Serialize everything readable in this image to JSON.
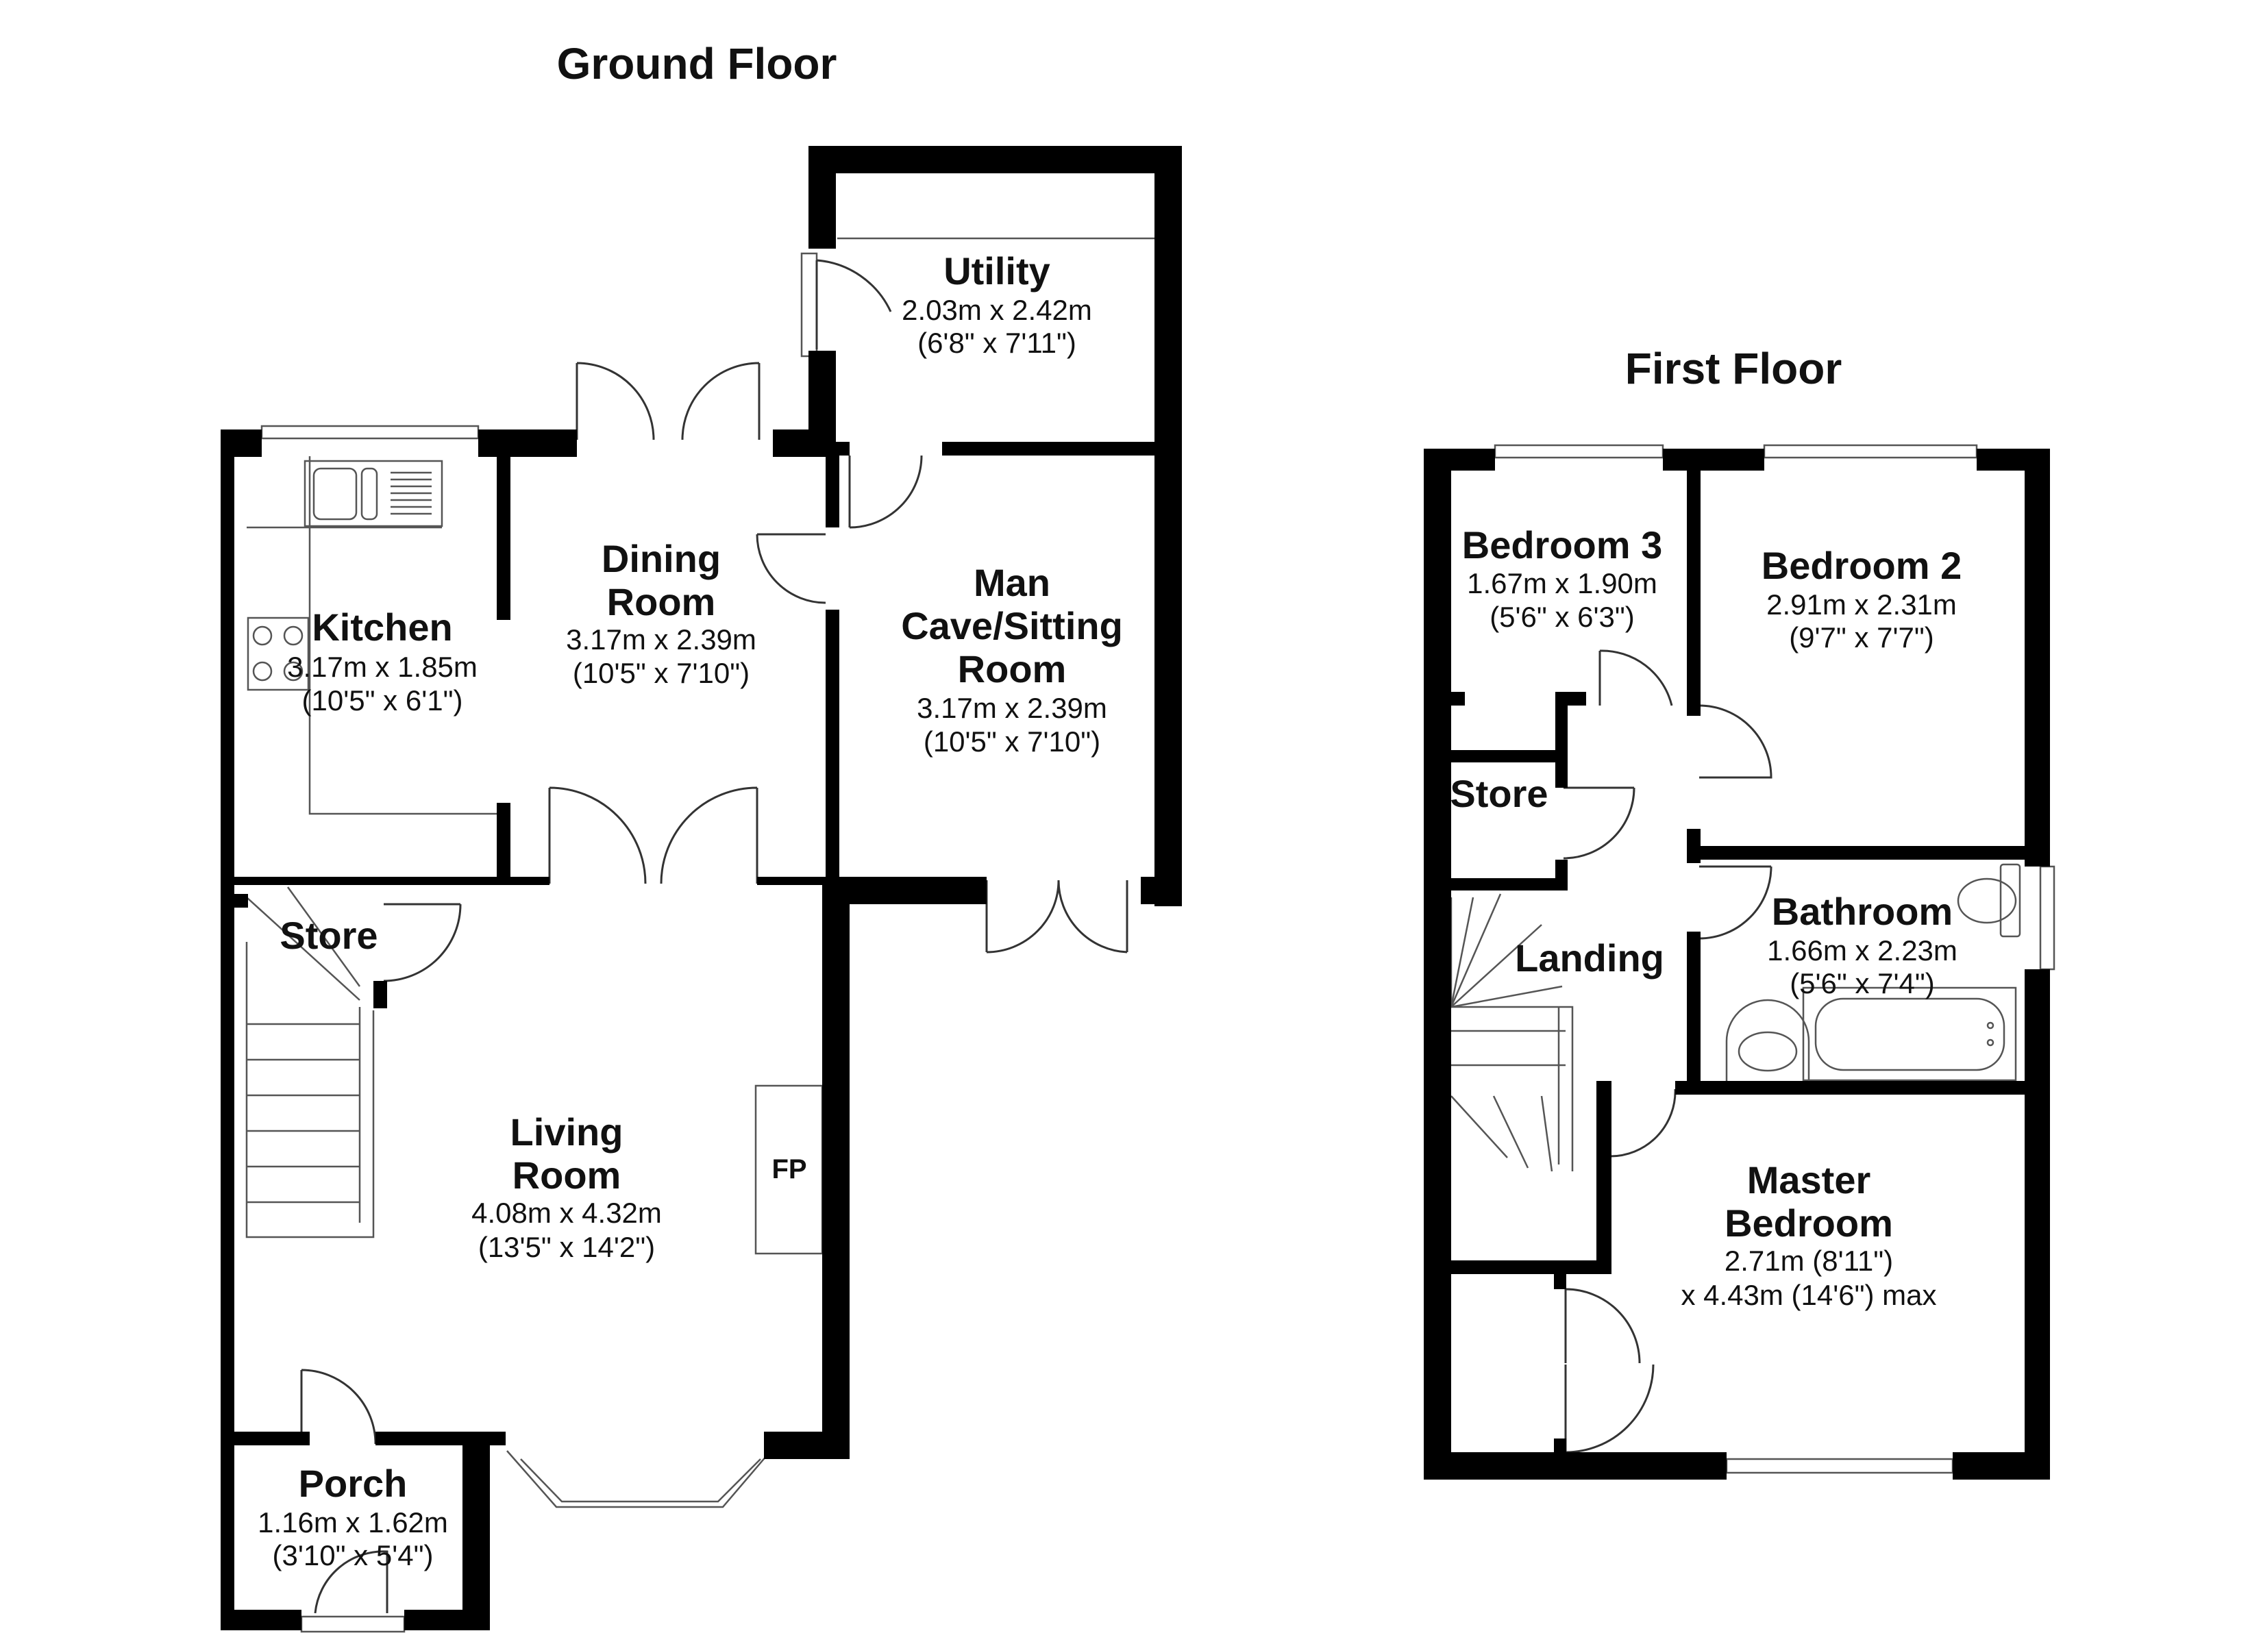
{
  "ground_floor": {
    "title": "Ground Floor",
    "rooms": [
      {
        "name": "Utility",
        "dim_m": "2.03m x 2.42m",
        "dim_ft": "(6'8\" x 7'11\")"
      },
      {
        "name": "Dining Room",
        "dim_m": "3.17m x 2.39m",
        "dim_ft": "(10'5\" x 7'10\")"
      },
      {
        "name": "Kitchen",
        "dim_m": "3.17m x 1.85m",
        "dim_ft": "(10'5\" x 6'1\")"
      },
      {
        "name": "Man Cave/Sitting Room",
        "dim_m": "3.17m x 2.39m",
        "dim_ft": "(10'5\" x 7'10\")"
      },
      {
        "name": "Store"
      },
      {
        "name": "Living Room",
        "dim_m": "4.08m x 4.32m",
        "dim_ft": "(13'5\" x 14'2\")"
      },
      {
        "name": "Porch",
        "dim_m": "1.16m x 1.62m",
        "dim_ft": "(3'10\" x 5'4\")"
      }
    ],
    "fireplace_label": "FP"
  },
  "first_floor": {
    "title": "First Floor",
    "rooms": [
      {
        "name": "Bedroom 3",
        "dim_m": "1.67m x 1.90m",
        "dim_ft": "(5'6\" x 6'3\")"
      },
      {
        "name": "Bedroom 2",
        "dim_m": "2.91m x 2.31m",
        "dim_ft": "(9'7\" x 7'7\")"
      },
      {
        "name": "Store"
      },
      {
        "name": "Bathroom",
        "dim_m": "1.66m x 2.23m",
        "dim_ft": "(5'6\" x 7'4\")"
      },
      {
        "name": "Landing"
      },
      {
        "name": "Master Bedroom",
        "dim_m": "2.71m (8'11\")",
        "dim_ft": "x 4.43m (14'6\") max"
      }
    ]
  }
}
